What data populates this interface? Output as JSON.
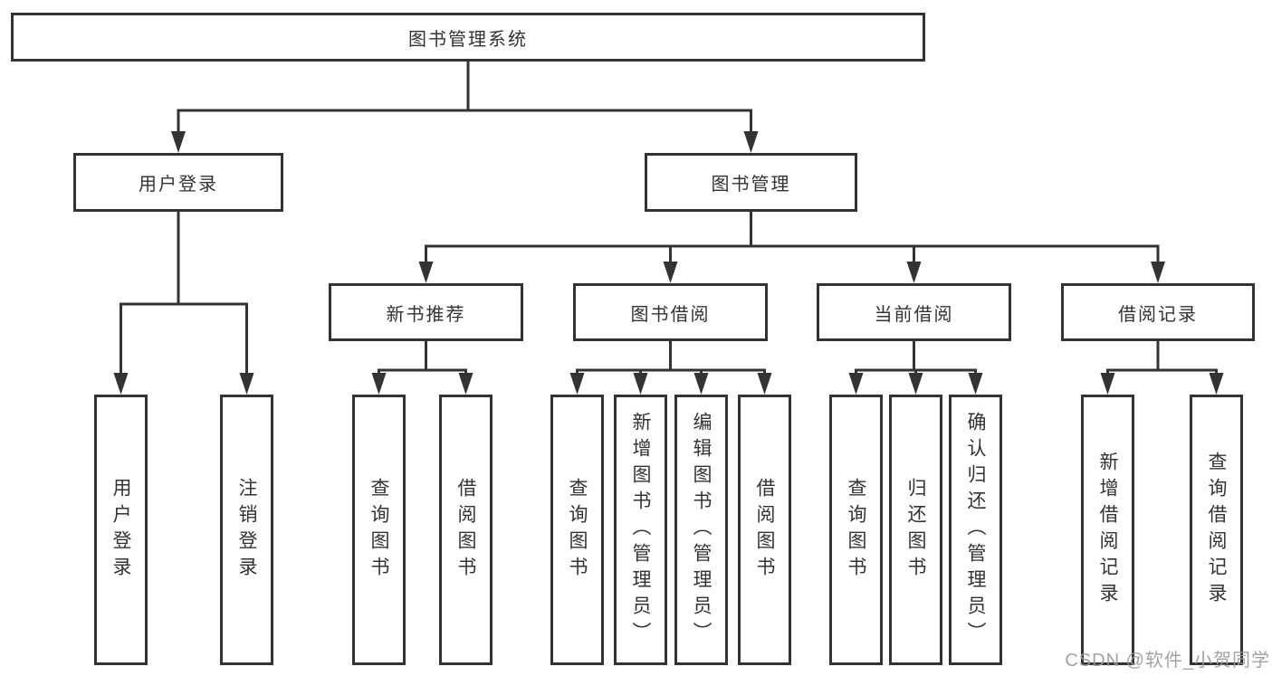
{
  "diagram": {
    "root": {
      "label": "图书管理系统"
    },
    "level2": [
      "用户登录",
      "图书管理"
    ],
    "level3": [
      "新书推荐",
      "图书借阅",
      "当前借阅",
      "借阅记录"
    ],
    "leaves": {
      "user_login": [
        "用户登录",
        "注销登录"
      ],
      "new_book_recommend": [
        "查询图书",
        "借阅图书"
      ],
      "book_borrow": [
        "查询图书",
        "新增图书（管理员）",
        "编辑图书（管理员）",
        "借阅图书"
      ],
      "current_borrow": [
        "查询图书",
        "归还图书",
        "确认归还（管理员）"
      ],
      "borrow_records": [
        "新增借阅记录",
        "查询借阅记录"
      ]
    }
  },
  "watermark": {
    "text": "CSDN @软件_小贺同学"
  },
  "colors": {
    "line": "#333333",
    "text": "#333333",
    "box_background": "#ffffff",
    "page_background": "#ffffff",
    "watermark": "#9a9a9a"
  }
}
